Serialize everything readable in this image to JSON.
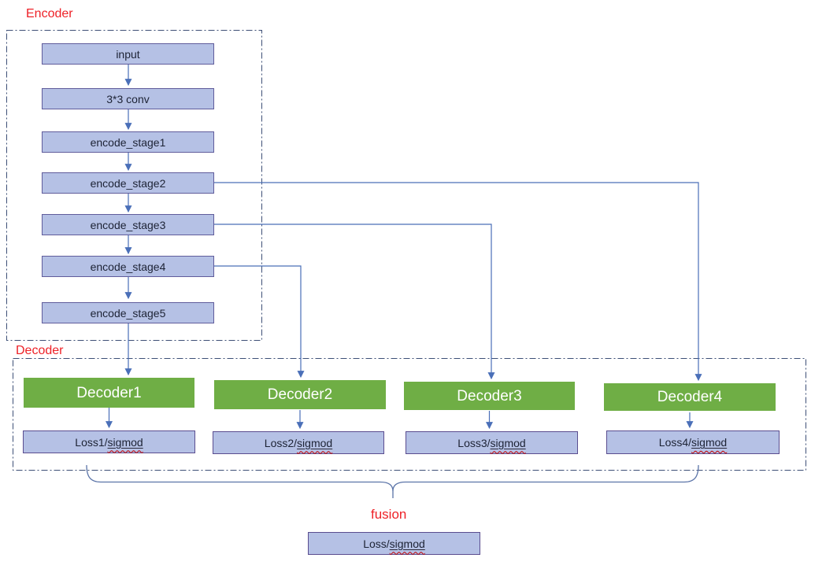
{
  "colors": {
    "node_fill": "#b5c1e5",
    "node_border": "#605c9b",
    "loss_border": "#5a4d8f",
    "decoder_fill": "#6fae45",
    "decoder_text": "#ffffff",
    "connector_blue": "#4a6fb8",
    "brace_blue": "#5b74a8",
    "region_border": "#3d4f76",
    "section_label_red": "#ee2127",
    "squiggle_red": "#c00000"
  },
  "encoder": {
    "label": "Encoder",
    "nodes": [
      {
        "label": "input"
      },
      {
        "label": "3*3 conv"
      },
      {
        "label": "encode_stage1"
      },
      {
        "label": "encode_stage2"
      },
      {
        "label": "encode_stage3"
      },
      {
        "label": "encode_stage4"
      },
      {
        "label": "encode_stage5"
      }
    ]
  },
  "decoder": {
    "label": "Decoder",
    "branches": [
      {
        "decoder": "Decoder1",
        "loss_prefix": "Loss1/",
        "loss_word": "sigmod"
      },
      {
        "decoder": "Decoder2",
        "loss_prefix": "Loss2/",
        "loss_word": "sigmod"
      },
      {
        "decoder": "Decoder3",
        "loss_prefix": "Loss3/",
        "loss_word": "sigmod"
      },
      {
        "decoder": "Decoder4",
        "loss_prefix": "Loss4/",
        "loss_word": "sigmod"
      }
    ]
  },
  "fusion": {
    "label": "fusion",
    "loss_prefix": "Loss/",
    "loss_word": "sigmod"
  }
}
